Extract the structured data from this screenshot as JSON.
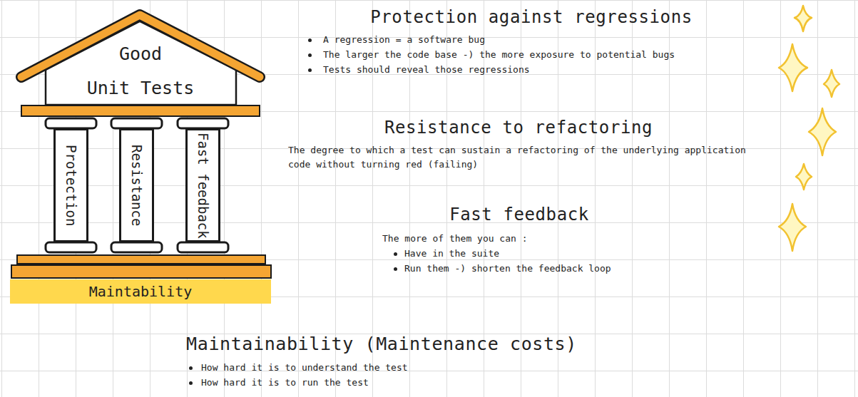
{
  "diagram": {
    "nodes": [
      {
        "text": [
          "Good",
          "Unit Tests"
        ]
      },
      {
        "text": [
          "Protection"
        ]
      },
      {
        "text": [
          "Resistance"
        ]
      },
      {
        "text": [
          "Fast feedback"
        ]
      },
      {
        "text": [
          "Maintability"
        ]
      }
    ],
    "labels": [
      "Protection against regressions",
      "A regression = a software bug",
      "The larger the code base -) the more exposure to potential bugs",
      "Tests should reveal those regressions",
      "Resistance to refactoring",
      "The degree to which a test can sustain a refactoring of the underlying application code without turning red (failing)",
      "Fast feedback",
      "The more of them you can :",
      "Have in the suite",
      "Run them -) shorten the feedback loop",
      "Maintainability (Maintenance costs)",
      "How hard it is to understand the test",
      "How hard it is to run the test"
    ]
  }
}
